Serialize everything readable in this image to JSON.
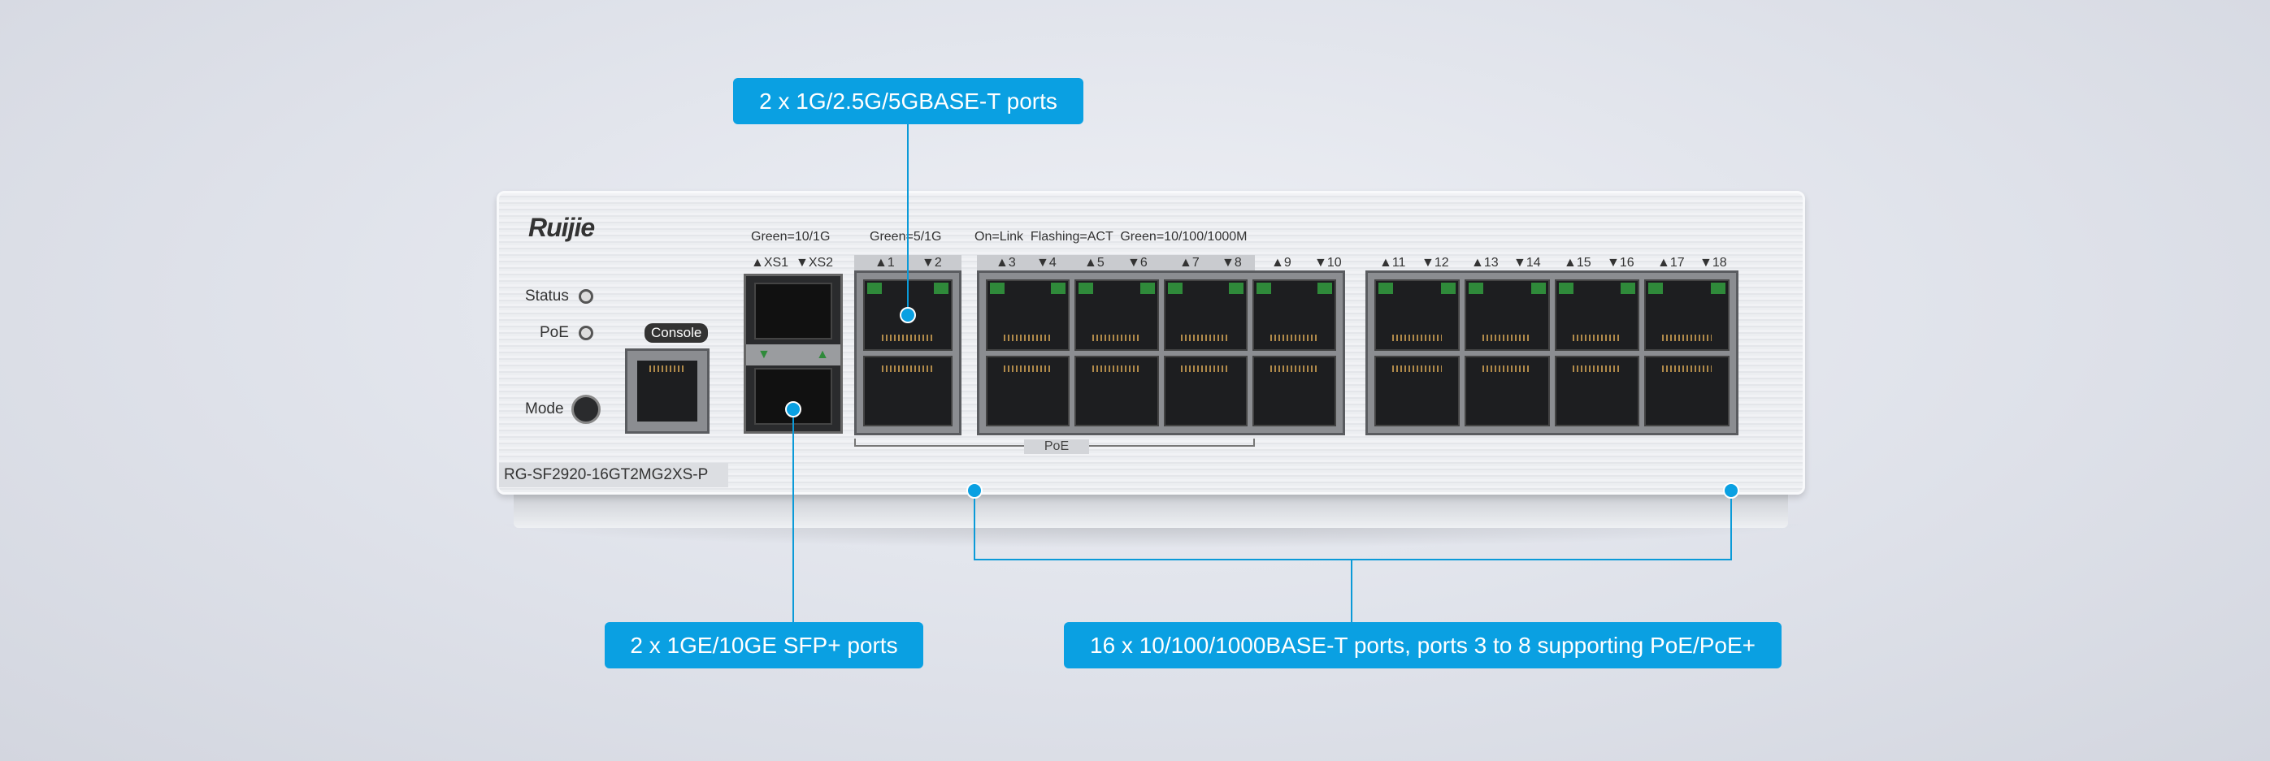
{
  "callouts": {
    "multigig": "2 x 1G/2.5G/5GBASE-T ports",
    "sfp": "2 x 1GE/10GE SFP+ ports",
    "gigabit": "16 x 10/100/1000BASE-T ports, ports 3 to 8 supporting PoE/PoE+"
  },
  "device": {
    "brand": "Ruijie",
    "model": "RG-SF2920-16GT2MG2XS-P",
    "status_label": "Status",
    "poe_label": "PoE",
    "mode_label": "Mode",
    "console_label": "Console",
    "legend_sfp": "Green=10/1G",
    "legend_mg": "Green=5/1G",
    "legend_ge": "On=Link  Flashing=ACT  Green=10/100/1000M",
    "poe_bracket_label": "PoE",
    "port_labels": [
      "▲XS1",
      "▼XS2",
      "▲1",
      "▼2",
      "▲3",
      "▼4",
      "▲5",
      "▼6",
      "▲7",
      "▼8",
      "▲9",
      "▼10",
      "▲11",
      "▼12",
      "▲13",
      "▼14",
      "▲15",
      "▼16",
      "▲17",
      "▼18"
    ]
  },
  "colors": {
    "accent": "#0aa0e2",
    "link_led": "#2f8a3a"
  }
}
